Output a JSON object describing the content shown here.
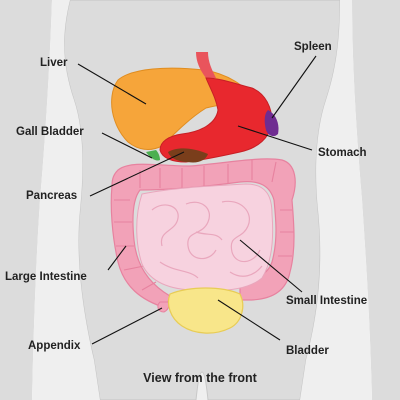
{
  "labels": {
    "liver": "Liver",
    "gall_bladder": "Gall Bladder",
    "pancreas": "Pancreas",
    "large_intestine": "Large Intestine",
    "appendix": "Appendix",
    "spleen": "Spleen",
    "stomach": "Stomach",
    "small_intestine": "Small Intestine",
    "bladder": "Bladder"
  },
  "caption": "View from the front",
  "colors": {
    "body": "#dcdcdc",
    "liver": "#f6a53a",
    "stomach": "#e8282e",
    "esophagus": "#e9545c",
    "spleen": "#6f2c91",
    "pancreas": "#7a3e1b",
    "gall_bladder": "#4caf50",
    "large_intestine": "#f2a2b8",
    "small_intestine": "#f7d2df",
    "bladder": "#f8e68a"
  }
}
